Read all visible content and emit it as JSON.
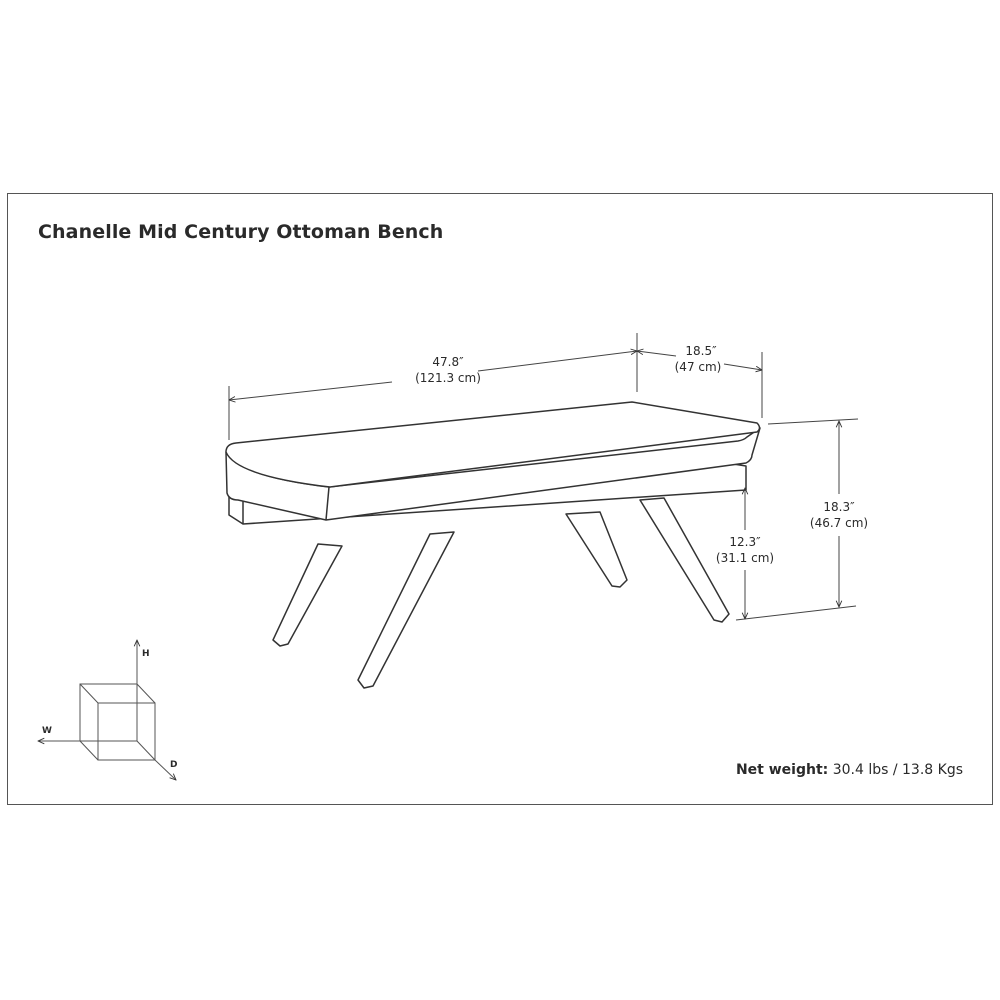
{
  "title": "Chanelle Mid Century Ottoman Bench",
  "dimensions": {
    "width": {
      "imperial": "47.8″",
      "metric": "(121.3 cm)"
    },
    "depth": {
      "imperial": "18.5″",
      "metric": "(47 cm)"
    },
    "height": {
      "imperial": "18.3″",
      "metric": "(46.7 cm)"
    },
    "seat_height": {
      "imperial": "12.3″",
      "metric": "(31.1 cm)"
    }
  },
  "axes": {
    "height": "H",
    "width": "W",
    "depth": "D"
  },
  "net_weight": {
    "label": "Net weight:",
    "value": "30.4 lbs / 13.8 Kgs"
  }
}
